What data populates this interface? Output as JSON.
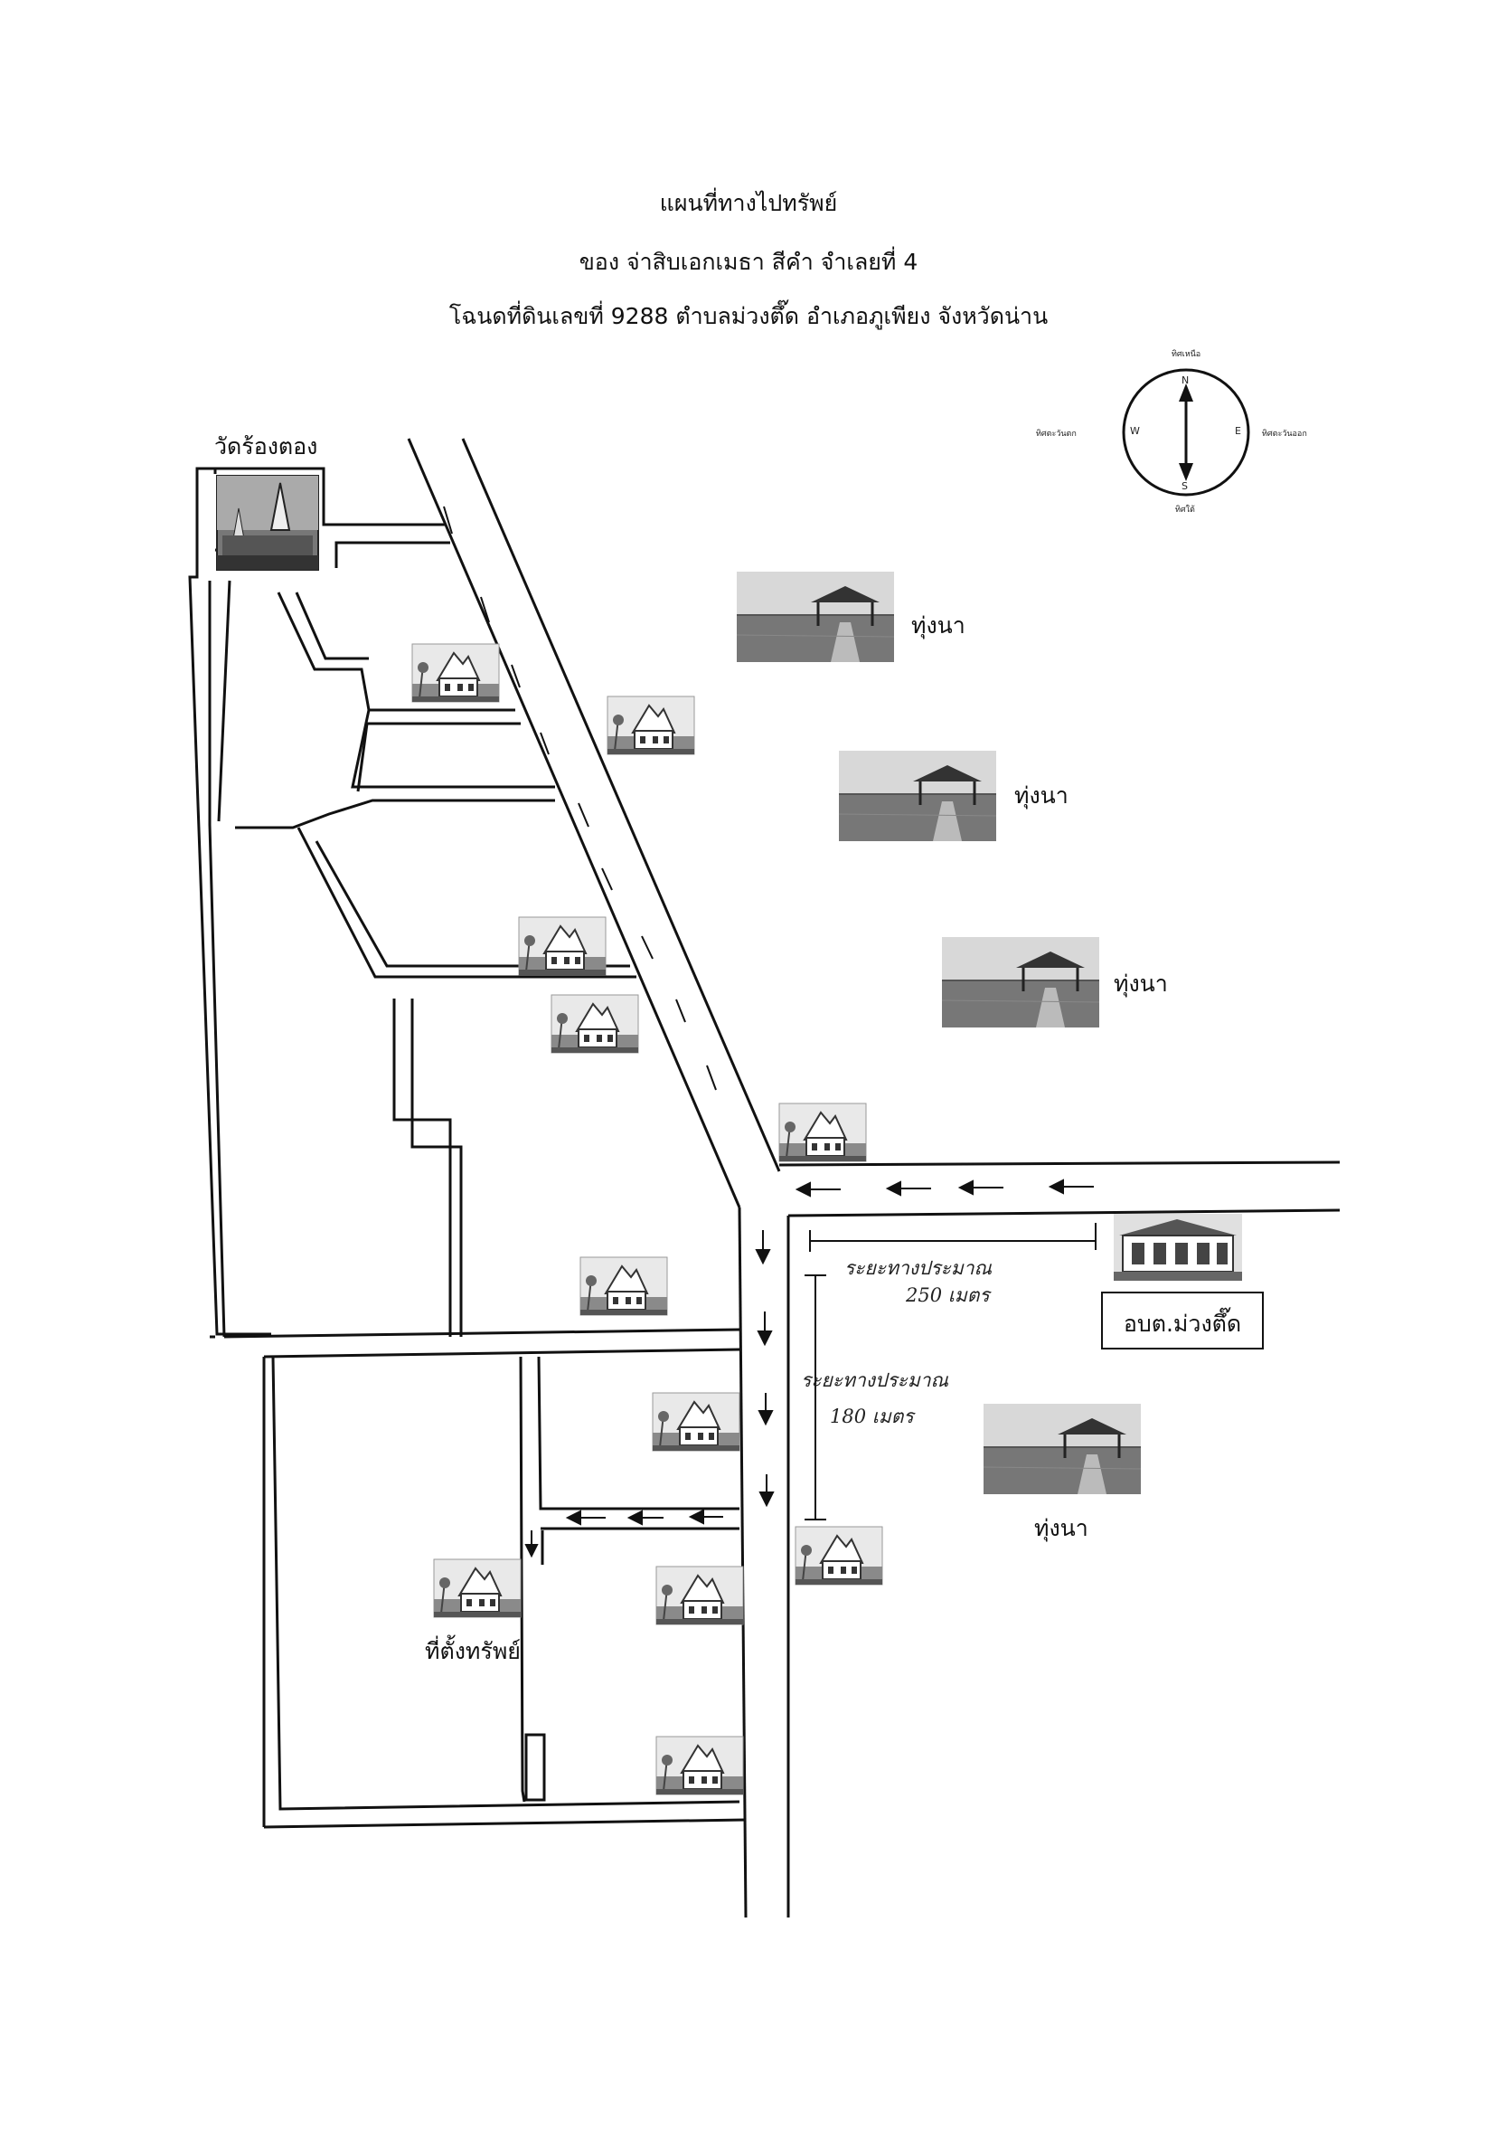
{
  "header": {
    "title": "แผนที่ทางไปทรัพย์",
    "owner": "ของ จ่าสิบเอกเมธา  สีคำ  จำเลยที่ 4",
    "deed": "โฉนดที่ดินเลขที่ 9288 ตำบลม่วงตึ๊ด อำเภอภูเพียง จังหวัดน่าน"
  },
  "compass": {
    "north_word": "ทิศเหนือ",
    "south_word": "ทิศใต้",
    "west_word": "ทิศตะวันตก",
    "east_word": "ทิศตะวันออก",
    "n": "N",
    "s": "S",
    "w": "W",
    "e": "E"
  },
  "places": {
    "temple": "วัดร้องตอง",
    "field_1": "ทุ่งนา",
    "field_2": "ทุ่งนา",
    "field_3": "ทุ่งนา",
    "field_4": "ทุ่งนา",
    "office": "อบต.ม่วงตึ๊ด",
    "property": "ที่ตั้งทรัพย์"
  },
  "distances": {
    "d1_line1": "ระยะทางประมาณ",
    "d1_line2": "250 เมตร",
    "d2_line1": "ระยะทางประมาณ",
    "d2_line2": "180 เมตร"
  },
  "icons": {
    "house": "house-icon",
    "temple": "temple-icon",
    "field": "rice-field-pavilion-icon",
    "office": "office-building-icon",
    "arrow": "direction-arrow-icon"
  }
}
